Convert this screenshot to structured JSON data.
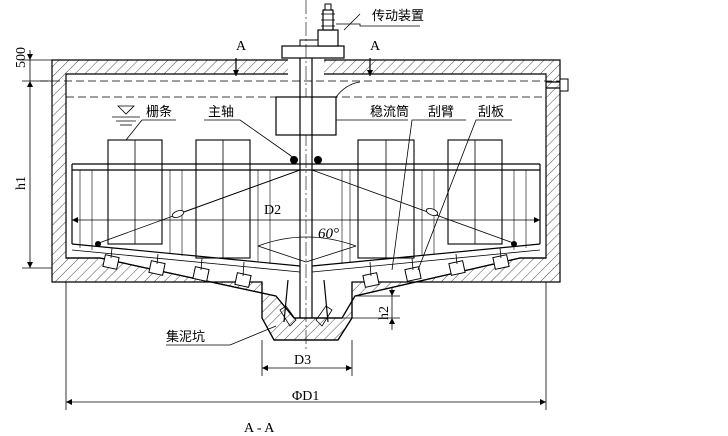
{
  "labels": {
    "drive": "传动装置",
    "grille": "栅条",
    "shaft": "主轴",
    "baffle": "稳流筒",
    "arm": "刮臂",
    "blade": "刮板",
    "sludge_pit": "集泥坑",
    "section_a_left": "A",
    "section_a_right": "A",
    "section_title": "A - A"
  },
  "dimensions": {
    "freeboard": "500",
    "depth": "h1",
    "pit_depth": "h2",
    "d1": "ΦD1",
    "d2": "D2",
    "d3": "D3",
    "angle": "60°"
  }
}
